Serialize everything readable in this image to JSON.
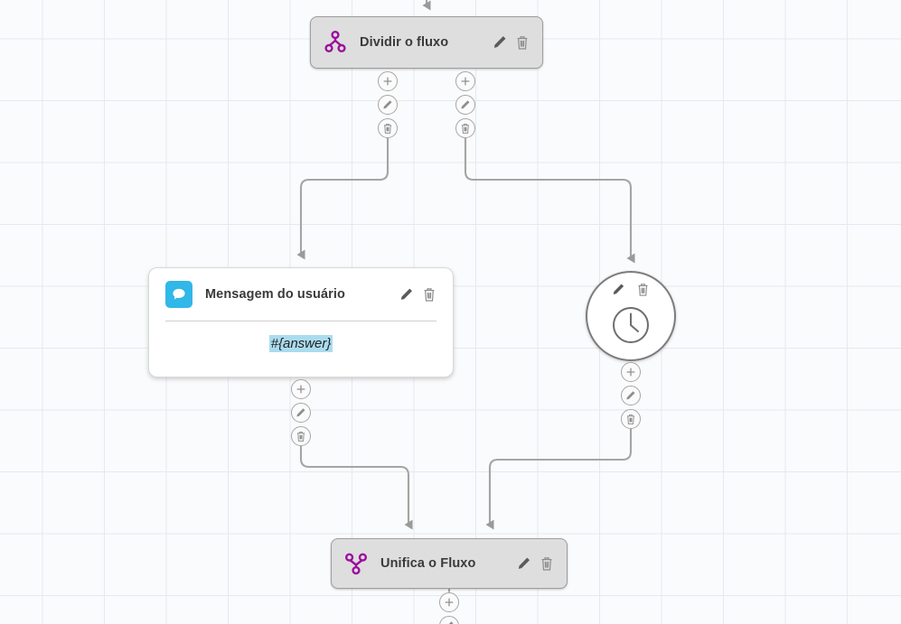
{
  "canvas": {
    "background_color": "#fafbfc",
    "grid_color": "#e4e9f2"
  },
  "nodes": [
    {
      "id": "split",
      "type": "split",
      "title": "Dividir o fluxo",
      "icon": "split-icon",
      "icon_color": "#9c0e9c",
      "style": "gray",
      "edit_label": "Editar",
      "delete_label": "Excluir"
    },
    {
      "id": "user-message",
      "type": "message",
      "title": "Mensagem do usuário",
      "icon": "chat-bubble-icon",
      "icon_color": "#31b7e8",
      "style": "white",
      "body_variable": "#{answer}",
      "edit_label": "Editar",
      "delete_label": "Excluir"
    },
    {
      "id": "timer",
      "type": "timer",
      "title": "",
      "icon": "clock-icon",
      "style": "circle",
      "edit_label": "Editar",
      "delete_label": "Excluir"
    },
    {
      "id": "merge",
      "type": "merge",
      "title": "Unifica o Fluxo",
      "icon": "merge-icon",
      "icon_color": "#9c0e9c",
      "style": "gray",
      "edit_label": "Editar",
      "delete_label": "Excluir"
    }
  ],
  "connector_controls": {
    "add_label": "Adicionar",
    "edit_label": "Editar",
    "delete_label": "Excluir"
  }
}
